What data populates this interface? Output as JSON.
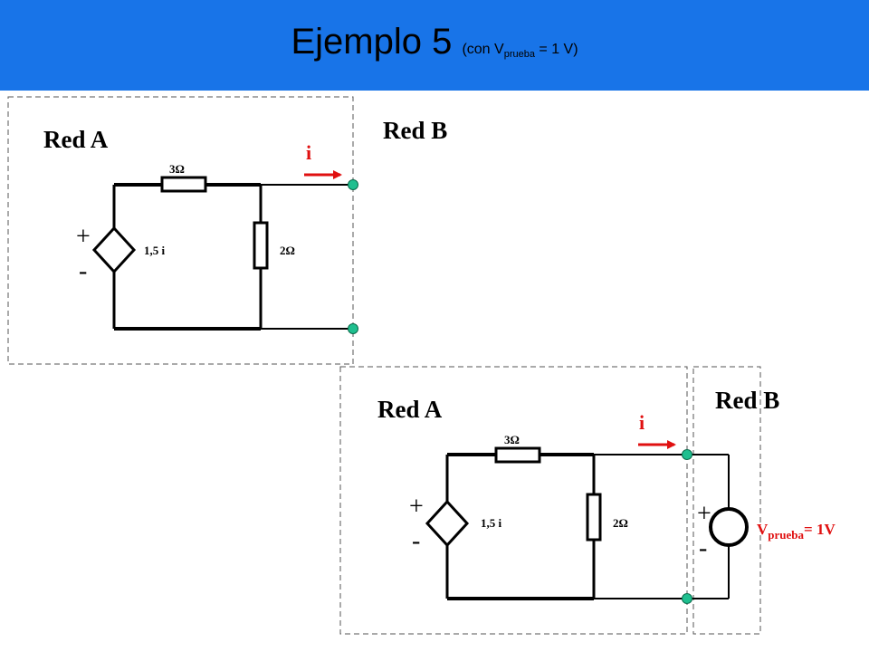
{
  "title": {
    "main": "Ejemplo 5",
    "paren_open": "(con V",
    "paren_sub": "prueba",
    "paren_close": " = 1 V)"
  },
  "top_circuit": {
    "red_a_label": "Red A",
    "red_b_label": "Red B",
    "current_label": "i",
    "resistor_top_label": "3Ω",
    "resistor_right_label": "2Ω",
    "source_label": "1,5 i",
    "plus_sign": "+",
    "minus_sign": "-"
  },
  "bottom_circuit": {
    "red_a_label": "Red A",
    "red_b_label": "Red B",
    "current_label": "i",
    "resistor_top_label": "3Ω",
    "resistor_right_label": "2Ω",
    "source_label": "1,5 i",
    "plus_sign": "+",
    "minus_sign": "-",
    "vtest_plus": "+",
    "vtest_minus": "-",
    "vtest_V": "V",
    "vtest_sub": "prueba",
    "vtest_value": "= 1V"
  },
  "colors": {
    "title_bar": "#1874e8",
    "terminal": "#1fbf8f",
    "arrow": "#e01010",
    "label_red": "#e01010"
  }
}
